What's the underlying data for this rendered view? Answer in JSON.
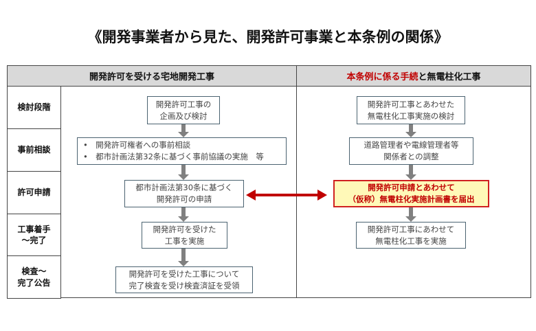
{
  "title": "《開発事業者から見た、開発許可事業と本条例の関係》",
  "header": {
    "left": "開発許可を受ける宅地開発工事",
    "right_red": "本条例に係る手続",
    "right_rest": "と無電柱化工事"
  },
  "stages": [
    "検討段階",
    "事前相談",
    "許可申請",
    "工事着手\n～完了",
    "検査～\n完了公告"
  ],
  "left_boxes": [
    {
      "lines": [
        "開発許可工事の",
        "企画及び検討"
      ]
    },
    {
      "lines": [
        "•　開発許可権者への事前相談",
        "•　都市計画法第32条に基づく事前協議の実施　等"
      ]
    },
    {
      "lines": [
        "都市計画法第30条に基づく",
        "開発許可の申請"
      ]
    },
    {
      "lines": [
        "開発許可を受けた",
        "工事を実施"
      ]
    },
    {
      "lines": [
        "開発許可を受けた工事について",
        "完了検査を受け検査済証を受領"
      ]
    }
  ],
  "right_boxes": [
    {
      "lines": [
        "開発許可工事とあわせた",
        "無電柱化工事実施の検討"
      ]
    },
    {
      "lines": [
        "道路管理者や電線管理者等",
        "関係者との調整"
      ]
    },
    {
      "lines": [
        "開発許可申請とあわせて",
        "（仮称）無電柱化実施計画書を届出"
      ]
    },
    {
      "lines": [
        "開発許可工事にあわせて",
        "無電柱化工事を実施"
      ]
    }
  ],
  "colors": {
    "accent_red": "#c00000",
    "highlight_fill": "#fff9b8",
    "arrow_gray": "#808080",
    "header_fill": "#d9d9d9"
  }
}
